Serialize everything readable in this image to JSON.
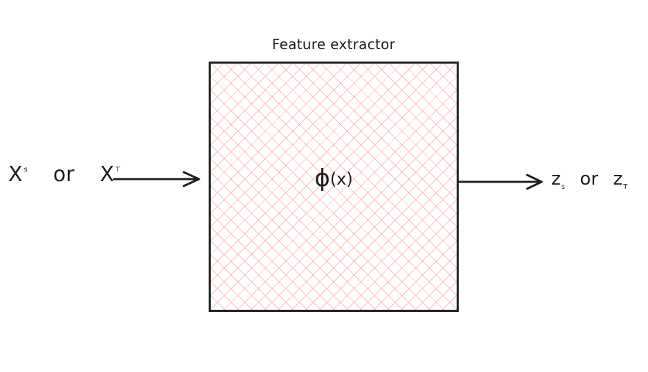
{
  "diagram": {
    "box": {
      "title": "Feature extractor",
      "phi": "ϕ",
      "arg": "(x)",
      "fill_hatch_color": "#ff8c8c",
      "border_color": "#1e1e1e"
    },
    "input": {
      "source_base": "X",
      "source_sup": "s",
      "connector": "or",
      "target_base": "X",
      "target_sup": "T"
    },
    "output": {
      "source_base": "z",
      "source_sub": "s",
      "connector": "or",
      "target_base": "z",
      "target_sub": "T"
    },
    "arrow_color": "#1e1e1e"
  }
}
